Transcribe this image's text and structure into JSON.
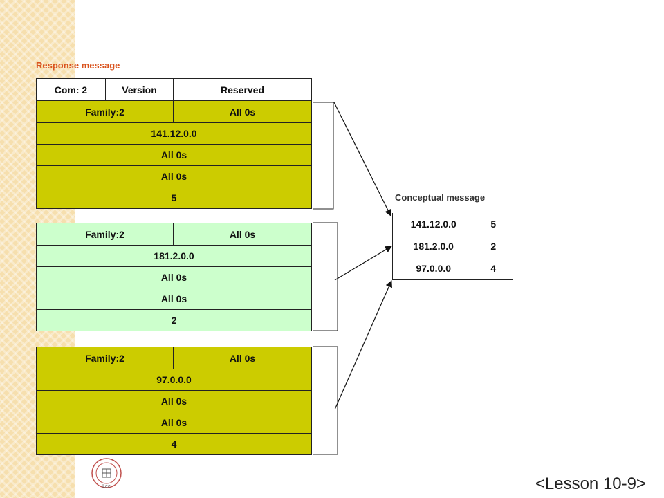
{
  "response_label": "Response message",
  "conceptual_label": "Conceptual message",
  "header_row": [
    "Com: 2",
    "Version",
    "Reserved"
  ],
  "entries": [
    {
      "family": "Family:2",
      "family_tail": "All 0s",
      "address": "141.12.0.0",
      "zero1": "All 0s",
      "zero2": "All 0s",
      "metric": "5",
      "color": "#cccc00"
    },
    {
      "family": "Family:2",
      "family_tail": "All 0s",
      "address": "181.2.0.0",
      "zero1": "All 0s",
      "zero2": "All 0s",
      "metric": "2",
      "color": "#ccffcc"
    },
    {
      "family": "Family:2",
      "family_tail": "All 0s",
      "address": "97.0.0.0",
      "zero1": "All 0s",
      "zero2": "All 0s",
      "metric": "4",
      "color": "#cccc00"
    }
  ],
  "conceptual_rows": [
    {
      "address": "141.12.0.0",
      "metric": "5"
    },
    {
      "address": "181.2.0.0",
      "metric": "2"
    },
    {
      "address": "97.0.0.0",
      "metric": "4"
    }
  ],
  "footer": "<Lesson 10-9>",
  "seal_text": "Lee"
}
